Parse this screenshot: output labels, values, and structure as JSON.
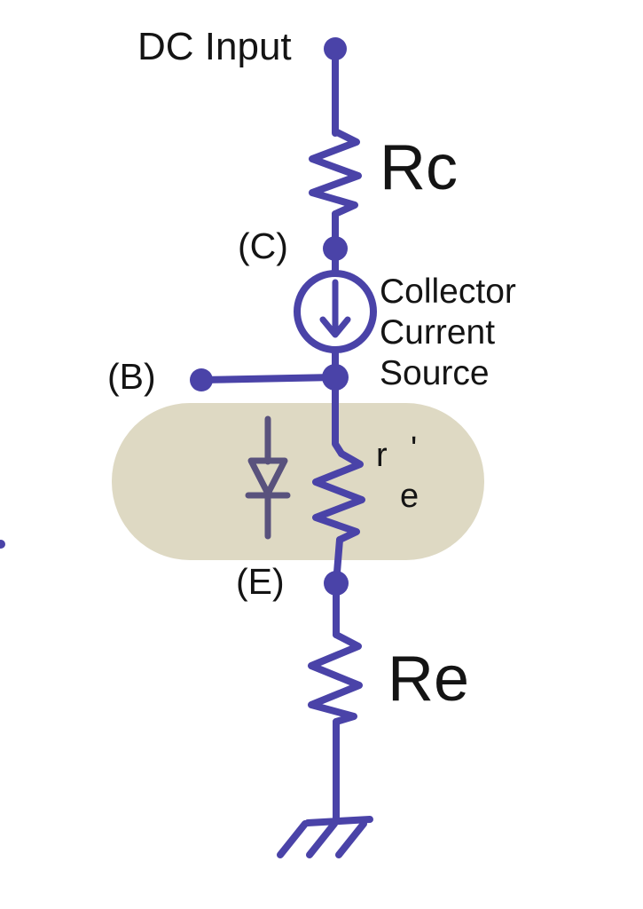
{
  "colors": {
    "wire": "#4a43a8",
    "diode": "#59527d",
    "region": "#ded9c3",
    "ink": "#141414",
    "bg": "#ffffff"
  },
  "labels": {
    "dc_input": "DC Input",
    "rc": "Rc",
    "node_c": "(C)",
    "collector_current_source": "Collector\nCurrent\nSource",
    "node_b": "(B)",
    "re_prime_r": "r",
    "re_prime_mark": "'",
    "re_prime_sub": "e",
    "node_e": "(E)",
    "re": "Re"
  },
  "components": [
    {
      "name": "dc-input-terminal",
      "symbol": "node-dot",
      "label": "DC Input"
    },
    {
      "name": "resistor-rc",
      "symbol": "resistor-zigzag",
      "label": "Rc"
    },
    {
      "name": "node-c",
      "symbol": "node-dot",
      "label": "(C)"
    },
    {
      "name": "collector-current-source",
      "symbol": "circle-arrow-down",
      "label": "Collector Current Source"
    },
    {
      "name": "node-b",
      "symbol": "node-dot",
      "label": "(B)"
    },
    {
      "name": "base-emitter-diode",
      "symbol": "diode-down"
    },
    {
      "name": "resistor-re-prime",
      "symbol": "resistor-zigzag",
      "label": "r'e"
    },
    {
      "name": "node-e",
      "symbol": "node-dot",
      "label": "(E)"
    },
    {
      "name": "resistor-re",
      "symbol": "resistor-zigzag",
      "label": "Re"
    },
    {
      "name": "ground",
      "symbol": "ground-hatch"
    }
  ]
}
